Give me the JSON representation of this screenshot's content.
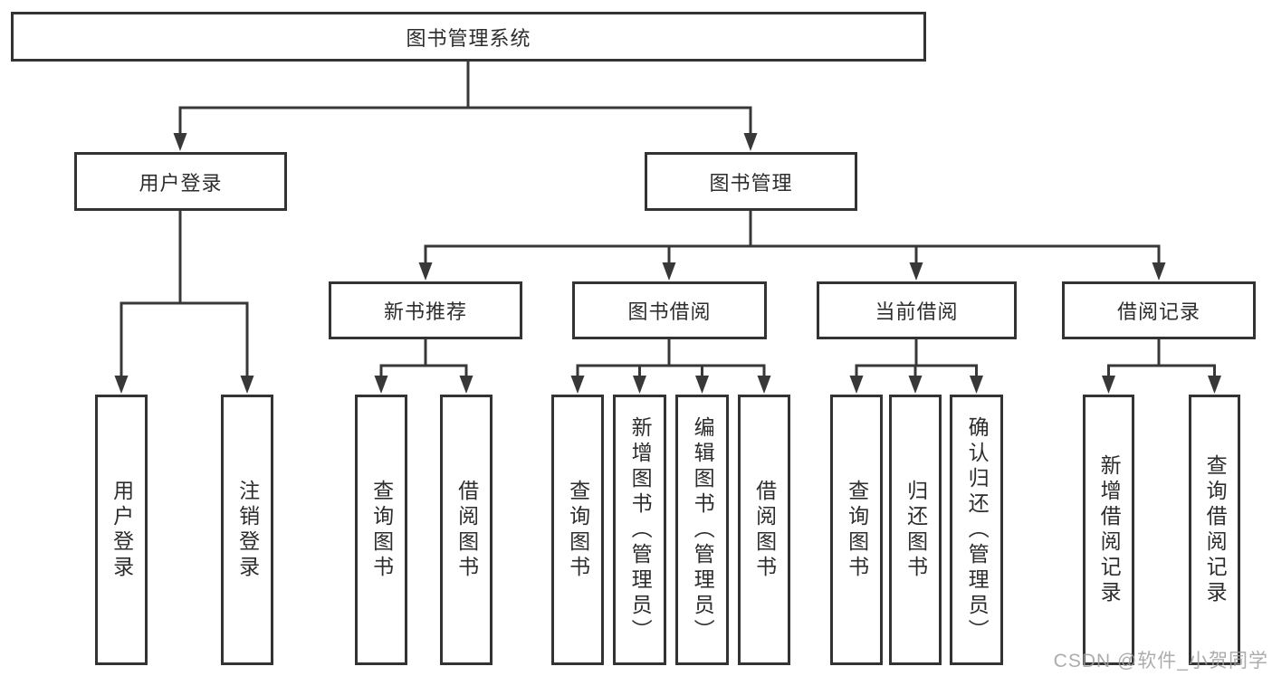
{
  "diagram": {
    "root": {
      "label": "图书管理系统"
    },
    "branches": [
      {
        "label": "用户登录",
        "children": [
          {
            "label": "用户登录"
          },
          {
            "label": "注销登录"
          }
        ]
      },
      {
        "label": "图书管理",
        "children": [
          {
            "label": "新书推荐",
            "children": [
              {
                "label": "查询图书"
              },
              {
                "label": "借阅图书"
              }
            ]
          },
          {
            "label": "图书借阅",
            "children": [
              {
                "label": "查询图书"
              },
              {
                "label": "新增图书（管理员）"
              },
              {
                "label": "编辑图书（管理员）"
              },
              {
                "label": "借阅图书"
              }
            ]
          },
          {
            "label": "当前借阅",
            "children": [
              {
                "label": "查询图书"
              },
              {
                "label": "归还图书"
              },
              {
                "label": "确认归还（管理员）"
              }
            ]
          },
          {
            "label": "借阅记录",
            "children": [
              {
                "label": "新增借阅记录"
              },
              {
                "label": "查询借阅记录"
              }
            ]
          }
        ]
      }
    ]
  },
  "watermark": {
    "text": "CSDN @软件_小贺同学"
  },
  "colors": {
    "line": "#333333",
    "box_border": "#333333",
    "text": "#2d2d2d",
    "watermark": "#9e9e9e",
    "background": "#ffffff"
  }
}
